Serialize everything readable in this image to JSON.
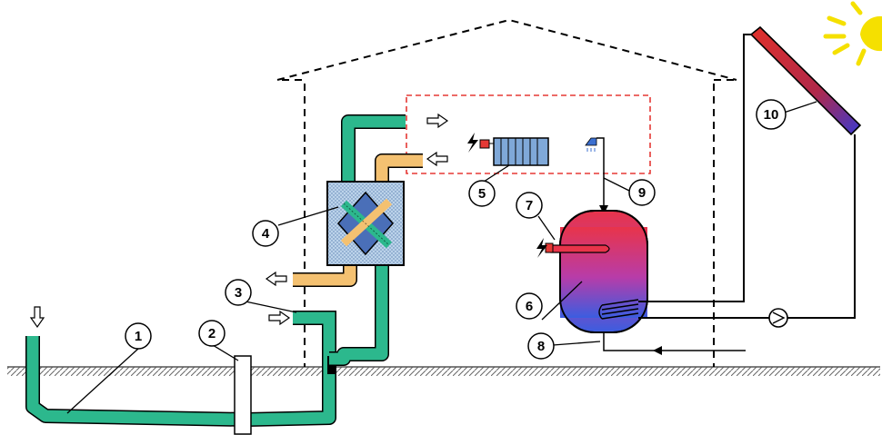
{
  "diagram": {
    "callouts": [
      {
        "id": "1",
        "label": "1"
      },
      {
        "id": "2",
        "label": "2"
      },
      {
        "id": "3",
        "label": "3"
      },
      {
        "id": "4",
        "label": "4"
      },
      {
        "id": "5",
        "label": "5"
      },
      {
        "id": "6",
        "label": "6"
      },
      {
        "id": "7",
        "label": "7"
      },
      {
        "id": "8",
        "label": "8"
      },
      {
        "id": "9",
        "label": "9"
      },
      {
        "id": "10",
        "label": "10"
      }
    ],
    "colors": {
      "duct_fresh": "#2cb88d",
      "duct_exhaust": "#f4c171",
      "roof_dash": "#000000",
      "heated_zone": "#e53935",
      "solar_panel": "#c62828",
      "sun": "#f5e000",
      "tank_hot": "#e8344a",
      "tank_cold": "#4a5bd9",
      "radiator": "#7fa8d8",
      "ground_hatch": "#555555"
    },
    "icons": [
      "sun-icon",
      "shower-icon",
      "electric-heater-icon",
      "pump-icon",
      "inflow-arrow-icon",
      "outflow-arrow-icon"
    ]
  }
}
